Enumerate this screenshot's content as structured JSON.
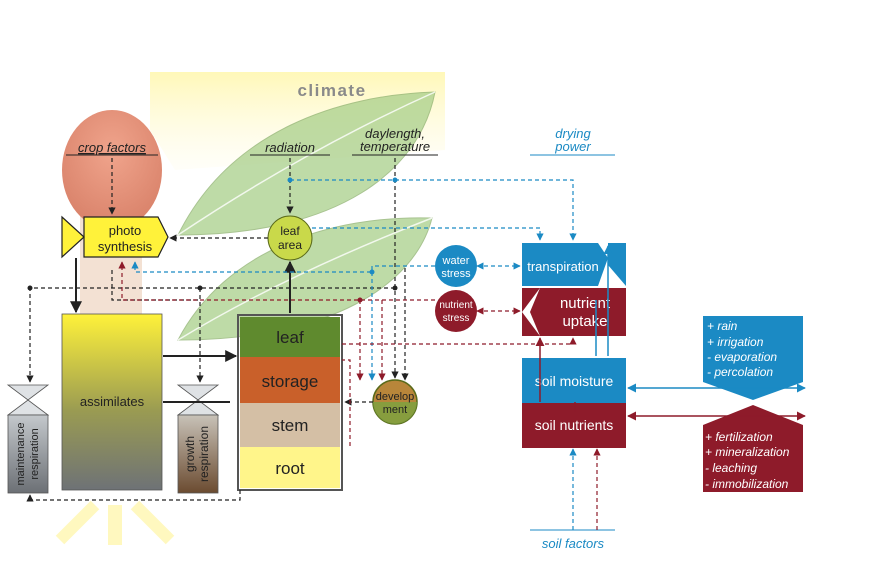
{
  "climate": {
    "title": "climate"
  },
  "inputs": {
    "crop_factors": "crop factors",
    "radiation": "radiation",
    "daylength_l1": "daylength,",
    "daylength_l2": "temperature",
    "drying_l1": "drying",
    "drying_l2": "power",
    "soil_factors": "soil factors"
  },
  "crop": {
    "photo_l1": "photo",
    "photo_l2": "synthesis",
    "leaf_area_l1": "leaf",
    "leaf_area_l2": "area",
    "assimilates": "assimilates",
    "maint_l1": "maintenance",
    "maint_l2": "respiration",
    "growth_l1": "growth",
    "growth_l2": "respiration",
    "organs": [
      "leaf",
      "storage",
      "stem",
      "root"
    ],
    "dev_l1": "develop",
    "dev_l2": "ment"
  },
  "stress": {
    "water_l1": "water",
    "water_l2": "stress",
    "nutrient_l1": "nutrient",
    "nutrient_l2": "stress"
  },
  "soil": {
    "transpiration": "transpiration",
    "uptake_l1": "nutrient",
    "uptake_l2": "uptake",
    "moisture": "soil moisture",
    "nutrients": "soil nutrients"
  },
  "water_balance": [
    "+ rain",
    "+ irrigation",
    "- evaporation",
    "- percolation"
  ],
  "nutrient_balance": [
    "+ fertilization",
    "+ mineralization",
    "- leaching",
    "- immobilization"
  ],
  "colors": {
    "blue": "#1b8ac4",
    "red": "#8e1b2a",
    "yellow": "#fff23a",
    "leaf_green": "#5f8a2e",
    "storage_orange": "#c9602a",
    "stem_tan": "#d4bfa5",
    "root_yellow": "#fff58a"
  }
}
